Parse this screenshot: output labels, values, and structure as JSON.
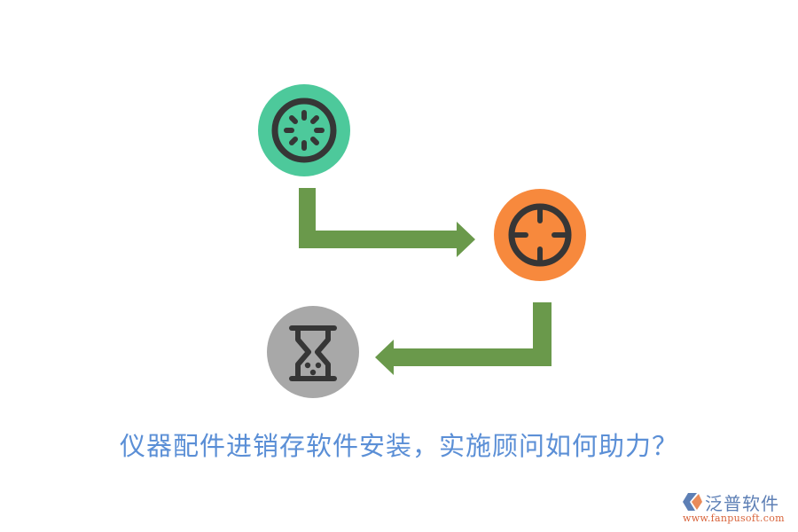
{
  "diagram": {
    "title": "仪器配件进销存软件安装，实施顾问如何助力？",
    "nodes": [
      {
        "id": "step-1",
        "icon": "loading-spinner-icon",
        "color": "#4dc99b"
      },
      {
        "id": "step-2",
        "icon": "crosshair-target-icon",
        "color": "#f7893d"
      },
      {
        "id": "step-3",
        "icon": "hourglass-icon",
        "color": "#a8a8a8"
      }
    ],
    "edges": [
      {
        "from": "step-1",
        "to": "step-2",
        "direction": "down-then-right"
      },
      {
        "from": "step-2",
        "to": "step-3",
        "direction": "down-then-left"
      }
    ],
    "colors": {
      "arrow": "#6a994b",
      "icon_stroke": "#363636",
      "title": "#5b8fd6"
    }
  },
  "logo": {
    "name": "泛普软件",
    "url": "www.fanpusoft.com",
    "name_color": "#5d7fb5",
    "url_color": "#d8633a"
  }
}
